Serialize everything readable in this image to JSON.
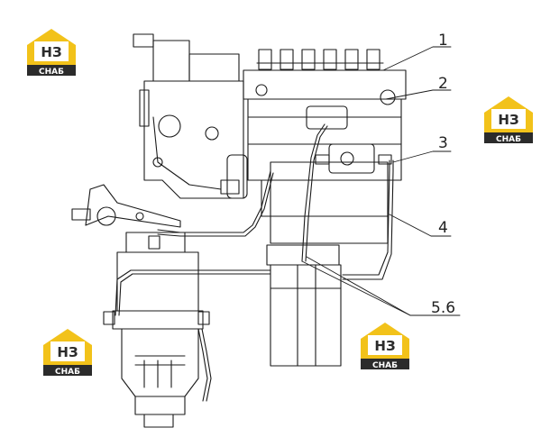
{
  "diagram": {
    "callouts": {
      "c1": "1",
      "c2": "2",
      "c3": "3",
      "c4": "4",
      "c56": "5.6"
    }
  },
  "watermark": {
    "logo_top": "НЗ",
    "logo_bottom": "СНАБ",
    "colors": {
      "yellow": "#f2c21a",
      "dark": "#2b2b2b",
      "text_light": "#ffffff"
    }
  }
}
